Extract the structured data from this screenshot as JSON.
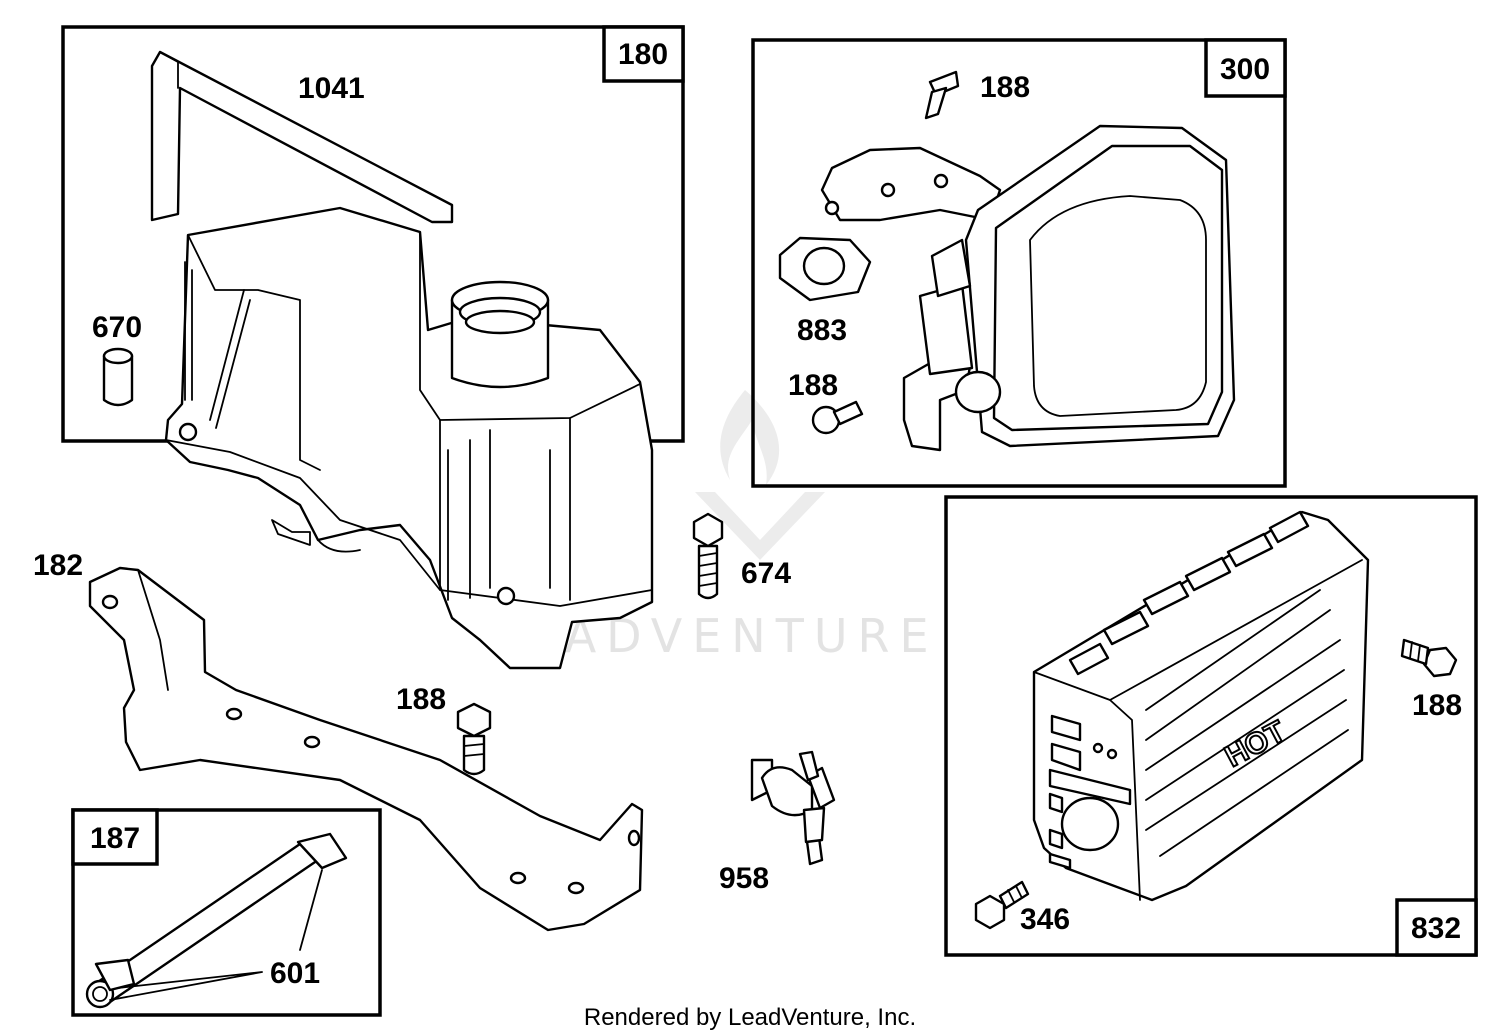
{
  "assemblies": [
    {
      "id": "180"
    },
    {
      "id": "300"
    },
    {
      "id": "832"
    },
    {
      "id": "187"
    }
  ],
  "callouts": [
    "1041",
    "670",
    "188",
    "883",
    "188",
    "674",
    "182",
    "188",
    "188",
    "958",
    "346",
    "601"
  ],
  "hot_text": "HOT",
  "watermark": "LEADVENTURE",
  "footer": "Rendered by LeadVenture, Inc."
}
